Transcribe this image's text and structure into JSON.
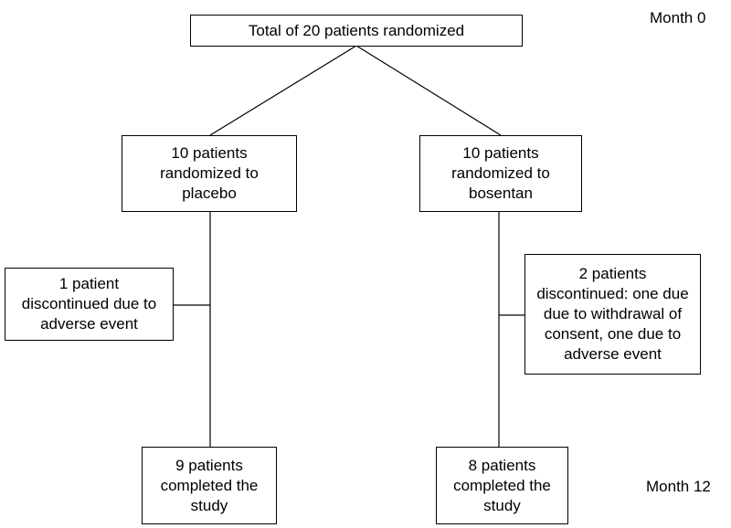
{
  "month_labels": {
    "start": "Month 0",
    "end": "Month 12"
  },
  "boxes": {
    "root": {
      "lines": [
        "Total of 20 patients randomized"
      ]
    },
    "placebo": {
      "lines": [
        "10 patients",
        "randomized to",
        "placebo"
      ]
    },
    "bosentan": {
      "lines": [
        "10 patients",
        "randomized to",
        "bosentan"
      ]
    },
    "placebo_discontinued": {
      "lines": [
        "1 patient",
        "discontinued due to",
        "adverse event"
      ]
    },
    "bosentan_discontinued": {
      "lines": [
        "2 patients",
        "discontinued: one due",
        "due to withdrawal of",
        "consent, one due to",
        "adverse event"
      ]
    },
    "placebo_completed": {
      "lines": [
        "9 patients",
        "completed the",
        "study"
      ]
    },
    "bosentan_completed": {
      "lines": [
        "8 patients",
        "completed the",
        "study"
      ]
    }
  }
}
